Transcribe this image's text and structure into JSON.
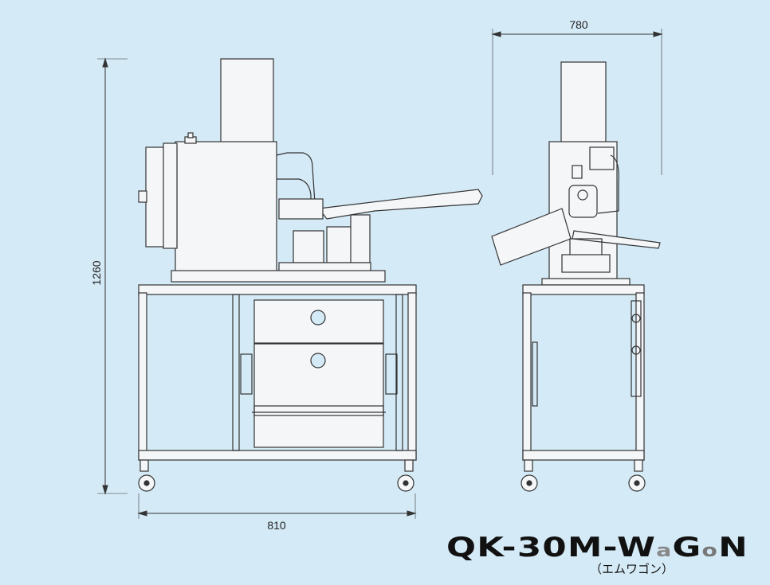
{
  "dimensions": {
    "height": "1260",
    "width_side": "810",
    "width_front": "780"
  },
  "model": {
    "part1": "QK-30M-W",
    "part2": "a",
    "part3": "G",
    "part4": "o",
    "part5": "N",
    "reading": "（エムワゴン）"
  },
  "colors": {
    "background": "#d4eaf6",
    "line": "#333333",
    "panel": "#f4f6f8"
  }
}
